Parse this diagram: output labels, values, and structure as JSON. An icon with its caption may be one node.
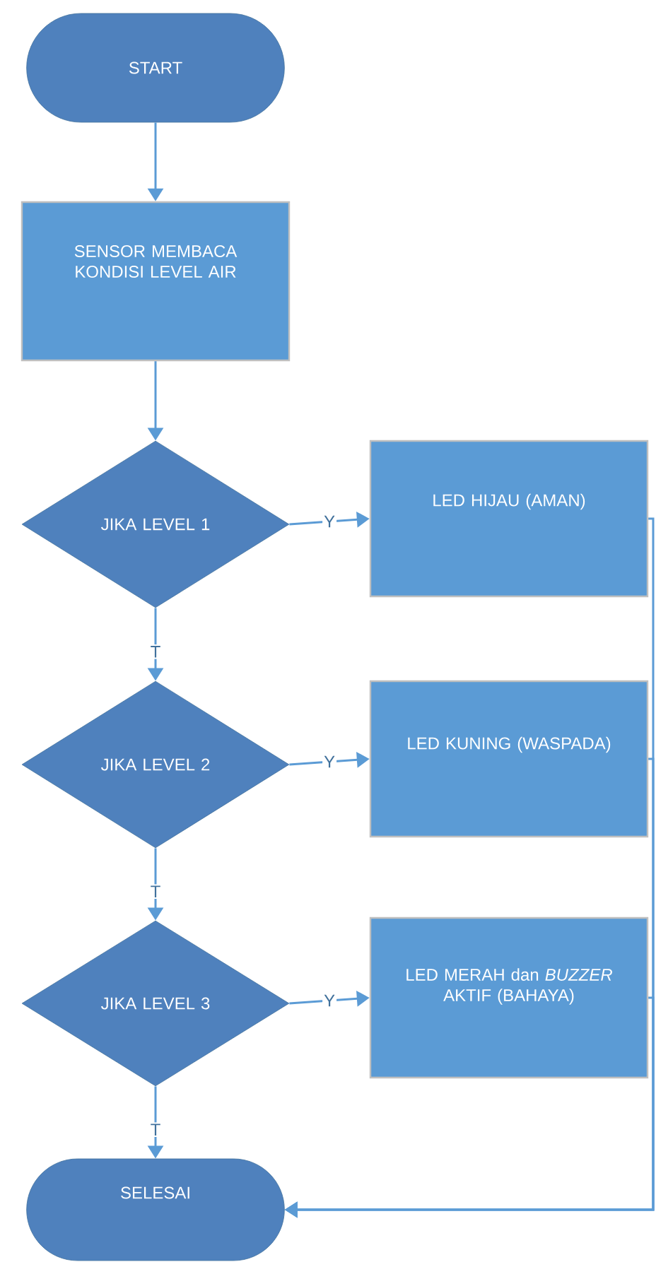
{
  "diagram": {
    "nodes": [
      {
        "text": [
          "START"
        ]
      },
      {
        "text": [
          "SENSOR MEMBACA KONDISI LEVEL AIR"
        ]
      },
      {
        "text": [
          "JIKA LEVEL 1"
        ]
      },
      {
        "text": [
          "LED HIJAU (AMAN)"
        ]
      },
      {
        "text": [
          "JIKA LEVEL 2"
        ]
      },
      {
        "text": [
          "LED KUNING (WASPADA)"
        ]
      },
      {
        "text": [
          "JIKA LEVEL 3"
        ]
      },
      {
        "text": [
          "LED MERAH dan *BUZZER* AKTIF (BAHAYA)"
        ]
      },
      {
        "text": [
          "SELESAI"
        ]
      }
    ],
    "edges": [
      {
        "from": 0,
        "to": 1,
        "arrow": "to"
      },
      {
        "from": 1,
        "to": 2,
        "arrow": "to"
      },
      {
        "from": 2,
        "to": 3,
        "arrow": "to",
        "label": "Y"
      },
      {
        "from": 2,
        "to": 4,
        "arrow": "to",
        "label": "T"
      },
      {
        "from": 4,
        "to": 5,
        "arrow": "to",
        "label": "Y"
      },
      {
        "from": 4,
        "to": 6,
        "arrow": "to",
        "label": "T"
      },
      {
        "from": 6,
        "to": 7,
        "arrow": "to",
        "label": "Y"
      },
      {
        "from": 6,
        "to": 8,
        "arrow": "to",
        "label": "T"
      },
      {
        "from": 3,
        "to": 8,
        "arrow": "to"
      },
      {
        "from": 5,
        "to": 8,
        "arrow": "to"
      },
      {
        "from": 7,
        "to": 8,
        "arrow": "to"
      }
    ]
  }
}
